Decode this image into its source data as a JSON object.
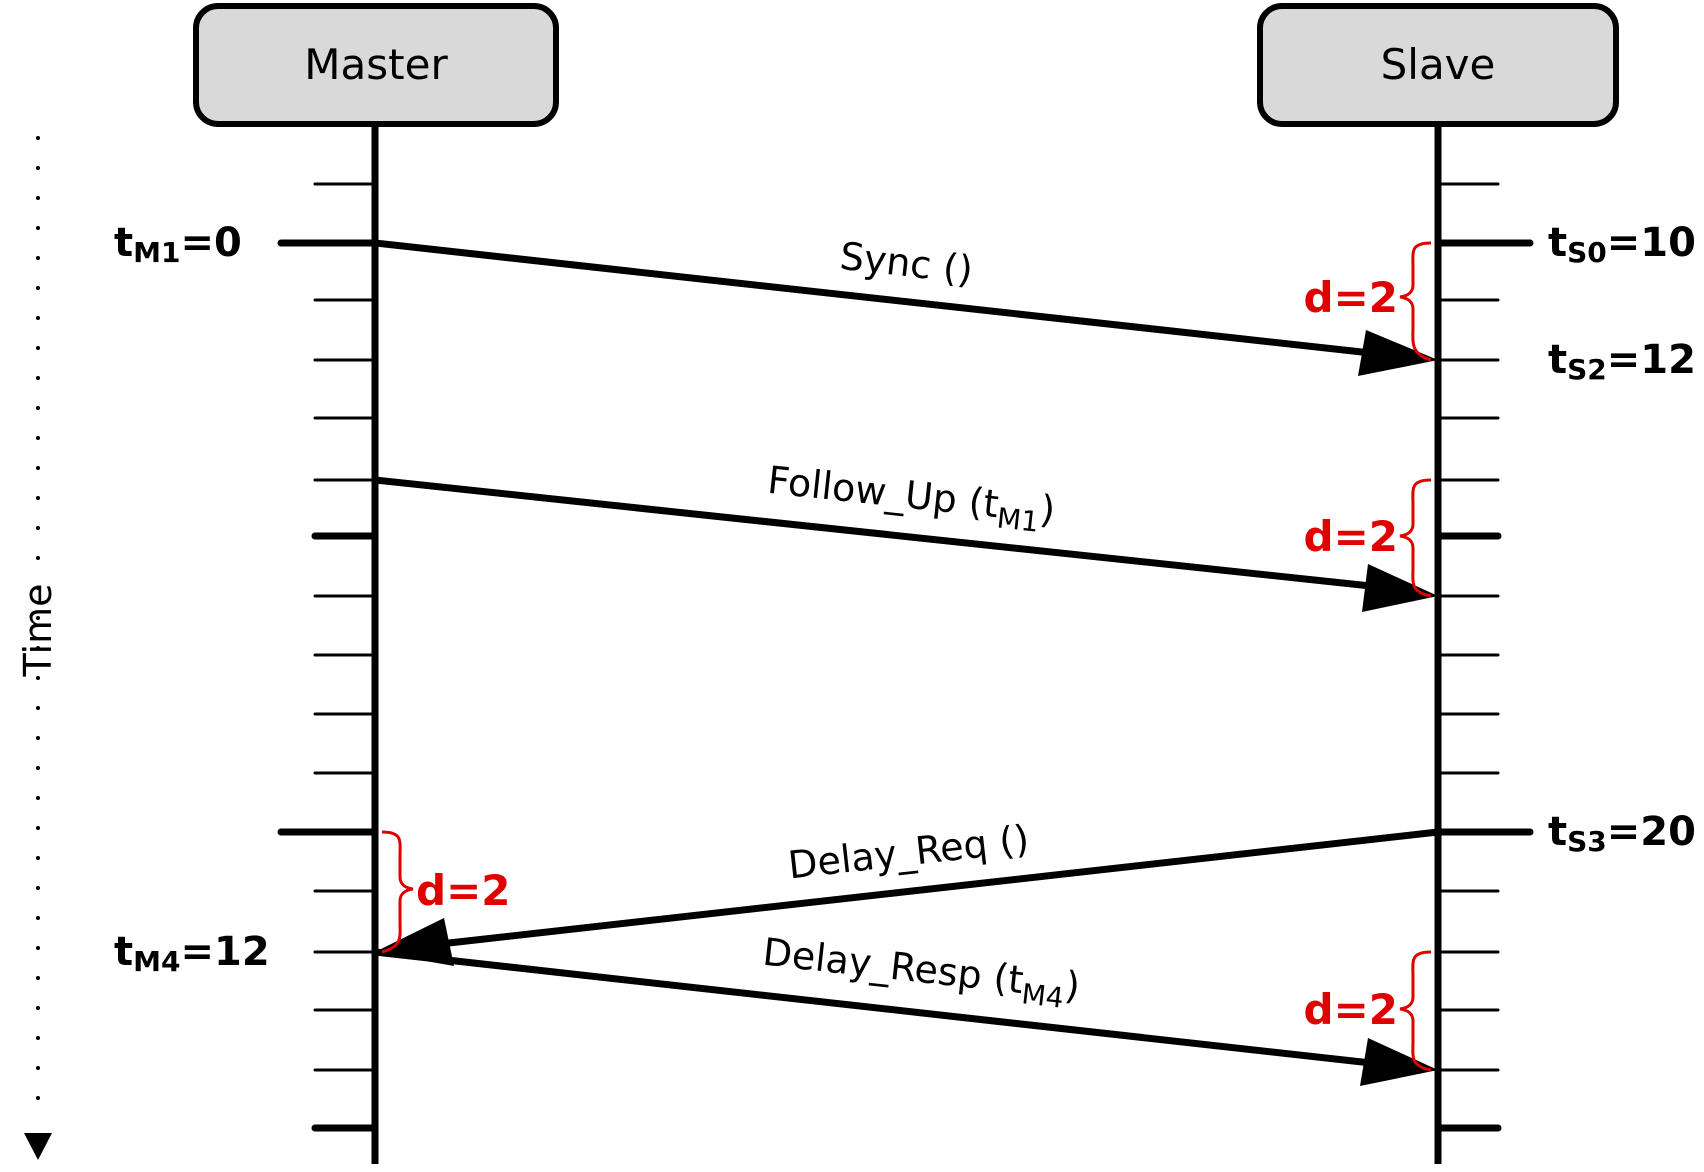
{
  "actors": {
    "master": "Master",
    "slave": "Slave"
  },
  "axis": {
    "label": "Time"
  },
  "messages": [
    {
      "label": "Sync ()"
    },
    {
      "label": "Follow_Up (t",
      "sub": "M1",
      "tail": ")"
    },
    {
      "label": "Delay_Req ()"
    },
    {
      "label": "Delay_Resp (t",
      "sub": "M4",
      "tail": ")"
    }
  ],
  "timestamps": [
    {
      "base": "t",
      "sub": "M1",
      "eq": "=0"
    },
    {
      "base": "t",
      "sub": "S0",
      "eq": "=10"
    },
    {
      "base": "t",
      "sub": "S2",
      "eq": "=12"
    },
    {
      "base": "t",
      "sub": "S3",
      "eq": "=20"
    },
    {
      "base": "t",
      "sub": "M4",
      "eq": "=12"
    }
  ],
  "delays": [
    {
      "label": "d=2"
    },
    {
      "label": "d=2"
    },
    {
      "label": "d=2"
    },
    {
      "label": "d=2"
    }
  ],
  "colors": {
    "line": "#000000",
    "actor_fill": "#d9d9d9",
    "delay": "#e00000"
  }
}
